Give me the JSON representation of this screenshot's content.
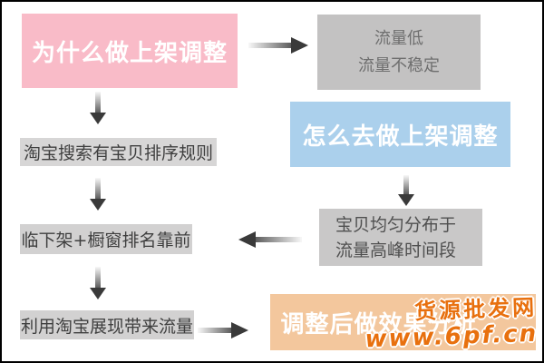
{
  "flowchart": {
    "why_box": {
      "label": "为什么做上架调整",
      "color": "#f9bbc8"
    },
    "problem_box": {
      "line1": "流量低",
      "line2": "流量不稳定",
      "color": "#c3c2c2"
    },
    "rule_bar": {
      "label": "淘宝搜索有宝贝排序规则",
      "color": "#d7d6d6"
    },
    "how_box": {
      "label": "怎么去做上架调整",
      "color": "#abd0ec"
    },
    "offshelf_bar": {
      "label": "临下架+橱窗排名靠前",
      "color": "#d2d1d1"
    },
    "distribute_box": {
      "line1": "宝贝均匀分布于",
      "line2": "流量高峰时间段",
      "color": "#c9c8c8"
    },
    "display_bar": {
      "label": "利用淘宝展现带来流量",
      "color": "#d2d1d1"
    },
    "analysis_box": {
      "label": "调整后做效果分析",
      "color": "#f3c79d"
    }
  },
  "icons": {
    "arrow_right": "→",
    "arrow_down": "↓",
    "arrow_left": "←"
  },
  "watermark": {
    "site_name": "货源批发网",
    "site_url": "www.6pf.cn",
    "color": "#e8700e"
  }
}
